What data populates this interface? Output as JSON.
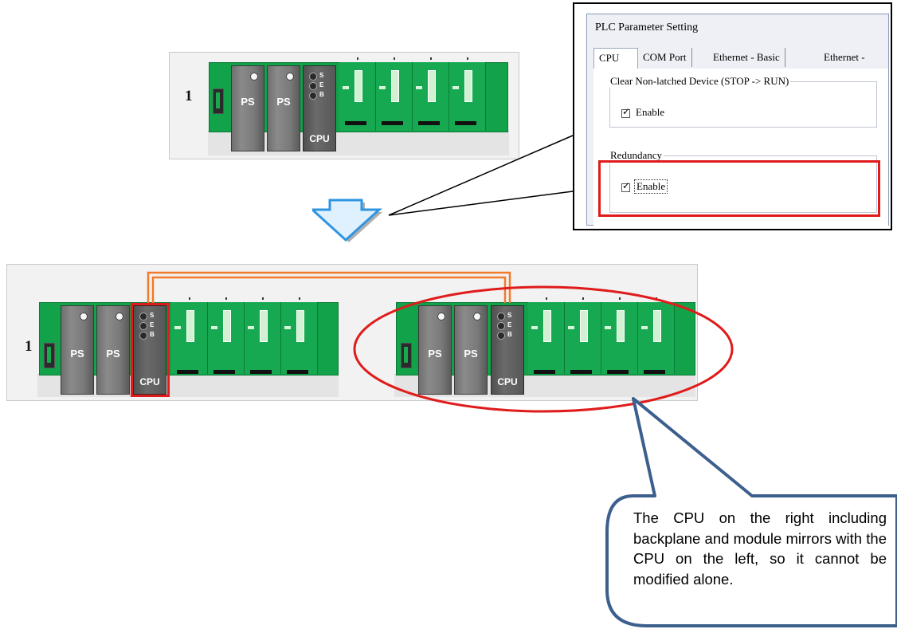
{
  "top_rack": {
    "rack_number": "1",
    "power_supplies": [
      "PS",
      "PS"
    ],
    "cpu": {
      "label": "CPU",
      "leds": [
        "S",
        "E",
        "B"
      ]
    },
    "io_slot_count": 4
  },
  "bottom_rack": {
    "rack_number": "1",
    "primary": {
      "power_supplies": [
        "PS",
        "PS"
      ],
      "cpu": {
        "label": "CPU",
        "leds": [
          "S",
          "E",
          "B"
        ]
      }
    },
    "mirror": {
      "power_supplies": [
        "PS",
        "PS"
      ],
      "cpu": {
        "label": "CPU",
        "leds": [
          "S",
          "E",
          "B"
        ]
      }
    }
  },
  "dialog": {
    "title": "PLC Parameter Setting",
    "tabs": [
      {
        "label": "CPU",
        "active": true
      },
      {
        "label": "COM Port",
        "active": false
      },
      {
        "label": "Ethernet - Basic",
        "active": false
      },
      {
        "label": "Ethernet -",
        "active": false
      }
    ],
    "groups": {
      "clear_non_latched": {
        "title": "Clear Non-latched Device (STOP -> RUN)",
        "checkbox_label": "Enable",
        "checked": true
      },
      "redundancy": {
        "title": "Redundancy",
        "checkbox_label": "Enable",
        "checked": true
      }
    }
  },
  "callout": {
    "text": "The CPU on the right including backplane and module mirrors with the CPU on the left, so it cannot be modified alone."
  },
  "colors": {
    "backplane_green": "#11a24a",
    "highlight_red": "#e01b1b",
    "sync_cable_orange": "#f27a2a",
    "arrow_blue": "#3aa9f0",
    "callout_border": "#3d5f8e"
  }
}
